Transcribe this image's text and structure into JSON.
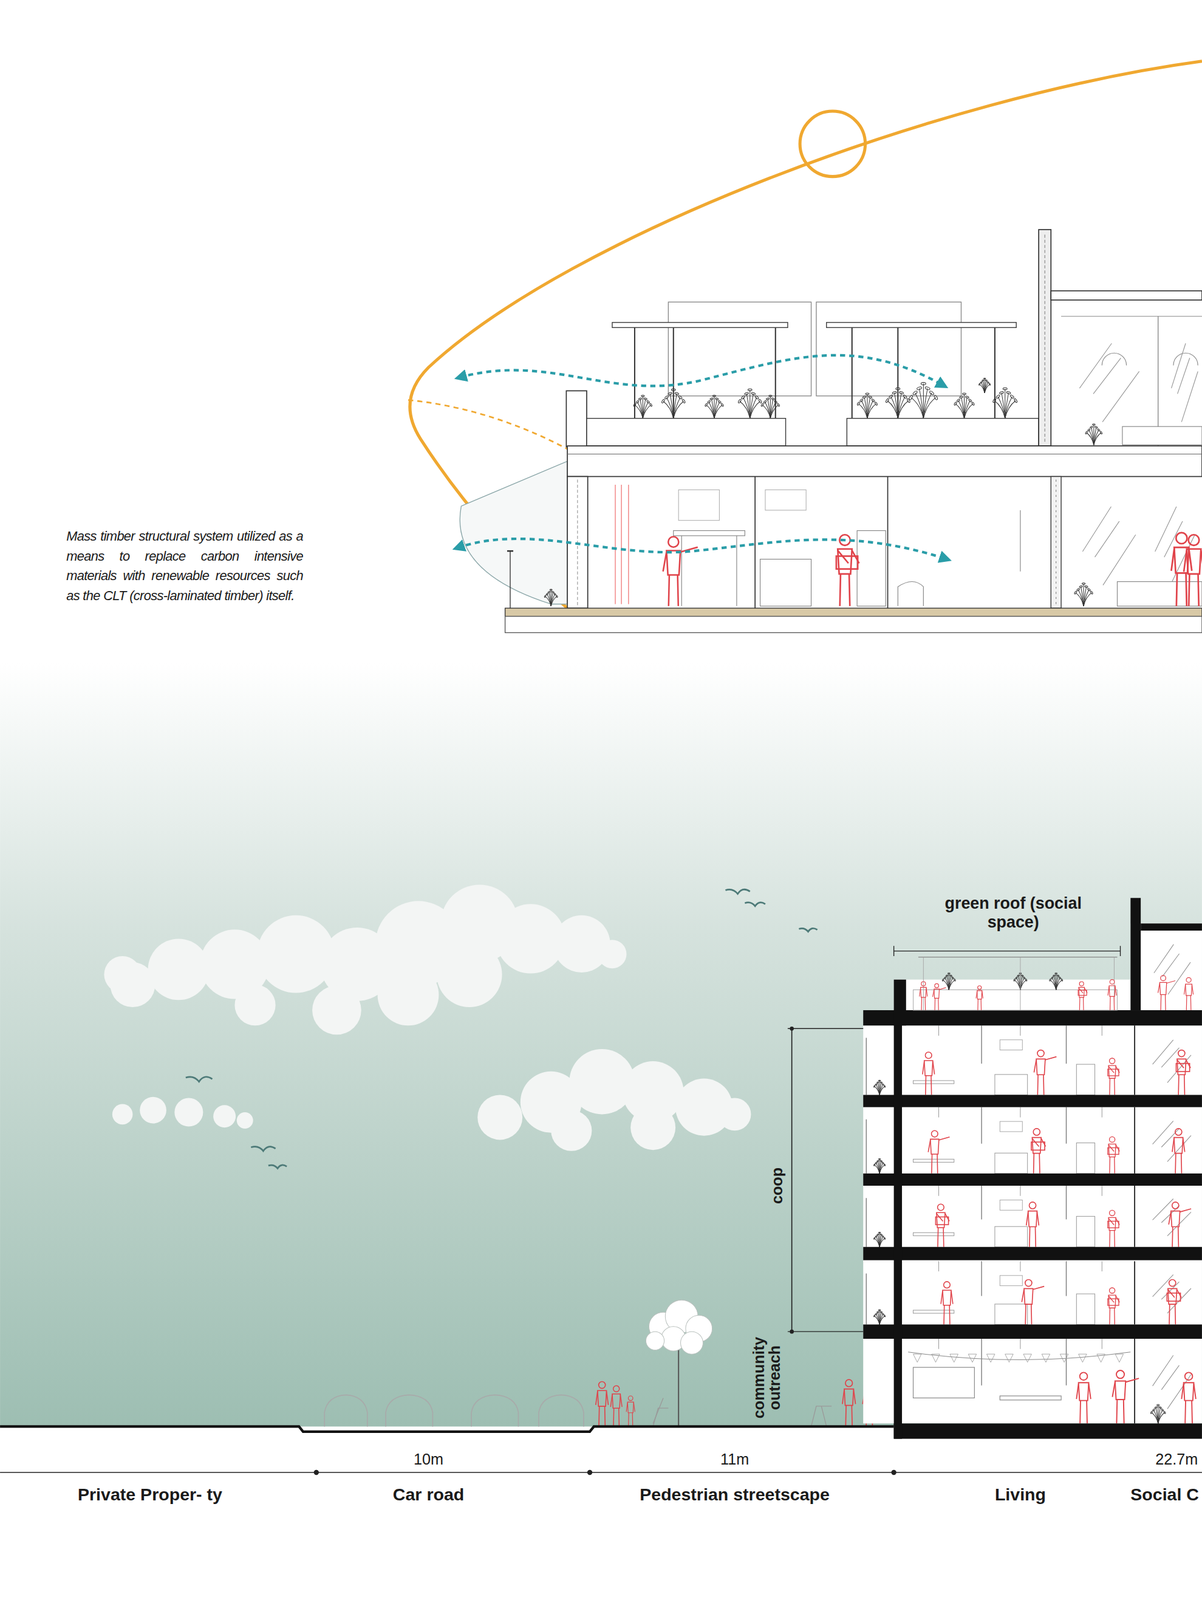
{
  "diagram": {
    "labels": [
      "Mass timber structural system utilized as a means to replace carbon intensive materials with renewable resources such as the CLT (cross-laminated timber) itself.",
      "green roof (social space)",
      "coop",
      "community outreach",
      "10m",
      "11m",
      "22.7m",
      "Private Proper- ty",
      "Car road",
      "Pedestrian streetscape",
      "Living",
      "Social C"
    ]
  }
}
